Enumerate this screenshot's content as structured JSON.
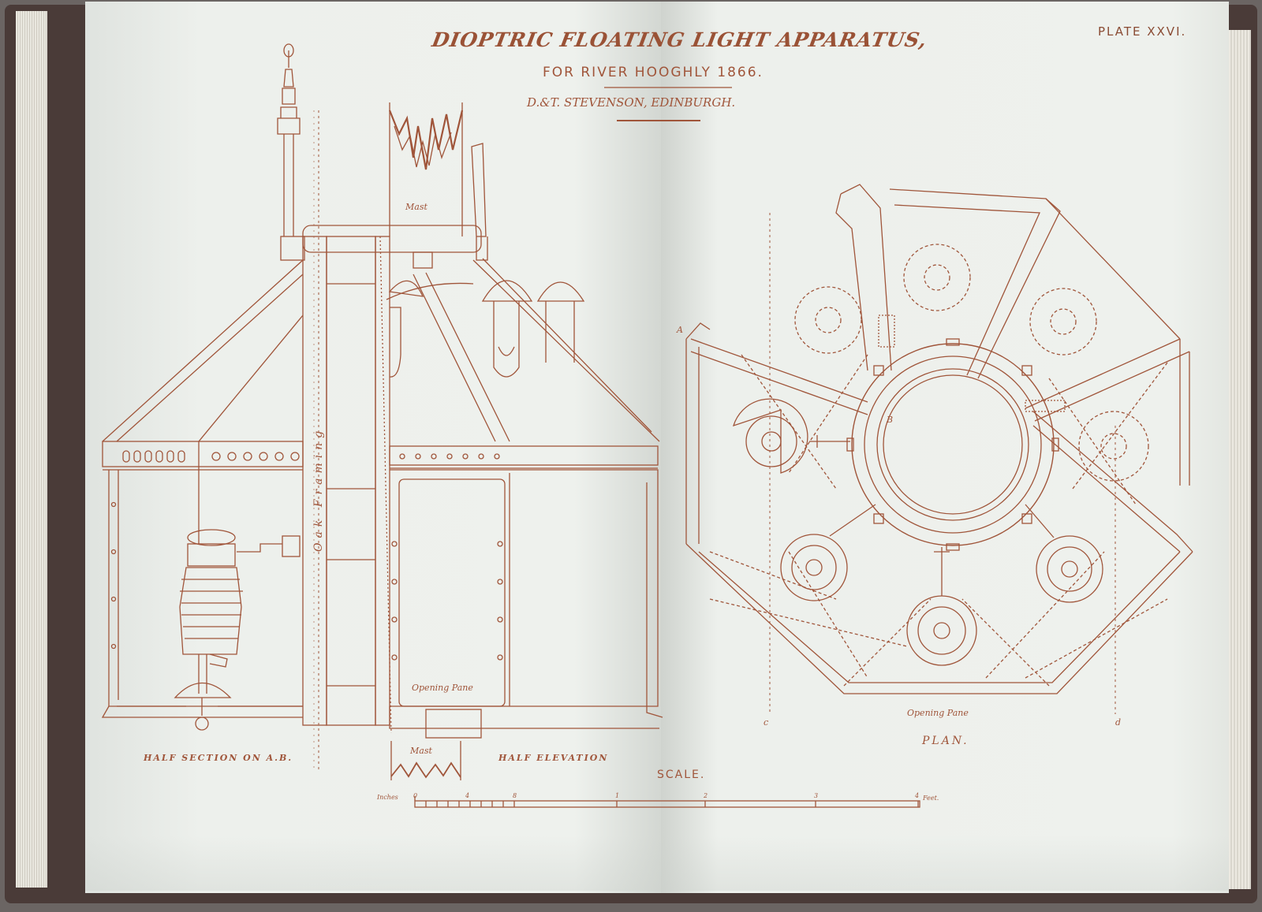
{
  "plate": {
    "title": "DIOPTRIC FLOATING LIGHT APPARATUS,",
    "subtitle": "FOR RIVER HOOGHLY 1866.",
    "maker": "D.&T. STEVENSON, EDINBURGH.",
    "plate_number": "PLATE XXVI."
  },
  "elevation": {
    "mast_top_label": "Mast",
    "mast_bottom_label": "Mast",
    "framing_label": "Oak Framing",
    "pane_label": "Opening Pane",
    "left_caption": "HALF SECTION ON A.B.",
    "right_caption": "HALF ELEVATION"
  },
  "plan": {
    "title": "PLAN.",
    "pane_label": "Opening Pane",
    "marker_a": "A",
    "marker_b": "B",
    "marker_c": "c",
    "marker_d": "d"
  },
  "scale": {
    "title": "SCALE.",
    "units_left": "Inches",
    "units_right": "Feet.",
    "ticks": [
      "0",
      "4",
      "8",
      "1",
      "2",
      "3",
      "4"
    ]
  },
  "colors": {
    "ink": "#a0553a",
    "paper": "#eef1ed",
    "binding": "#4a3b38"
  }
}
